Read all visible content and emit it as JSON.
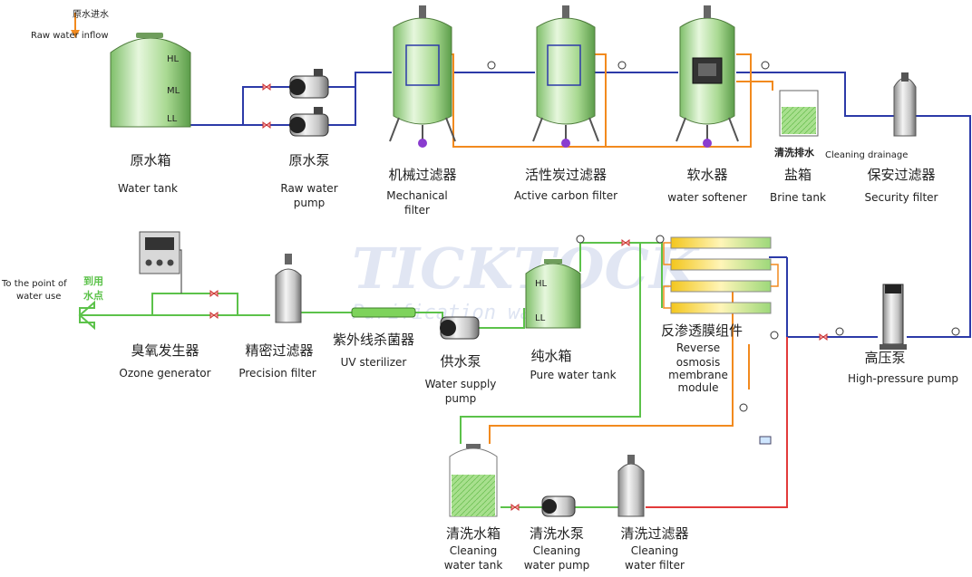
{
  "colors": {
    "raw_pipe": "#2c3aa8",
    "product_pipe": "#5cc24a",
    "cleaning_pipe": "#f28a1e",
    "return_pipe": "#e23a3a",
    "tank_green": "#b8e6a4"
  },
  "inflow": {
    "cn": "原水进水",
    "en": "Raw water inflow"
  },
  "outflow": {
    "en_line1": "To the point of",
    "en_line2": "water use",
    "cn_line1": "到用",
    "cn_line2": "水点"
  },
  "top_row": [
    {
      "id": "water-tank",
      "cn": "原水箱",
      "en": [
        "Water tank"
      ]
    },
    {
      "id": "raw-water-pump",
      "cn": "原水泵",
      "en": [
        "Raw water",
        "pump"
      ]
    },
    {
      "id": "mechanical-filter",
      "cn": "机械过滤器",
      "en": [
        "Mechanical",
        "filter"
      ]
    },
    {
      "id": "active-carbon-filter",
      "cn": "活性炭过滤器",
      "en": [
        "Active carbon filter"
      ]
    },
    {
      "id": "water-softener",
      "cn": "软水器",
      "en": [
        "water softener"
      ]
    },
    {
      "id": "brine-tank",
      "cn": "盐箱",
      "en": [
        "Brine tank"
      ]
    },
    {
      "id": "security-filter",
      "cn": "保安过滤器",
      "en": [
        "Security filter"
      ]
    }
  ],
  "level_marks": [
    "HL",
    "ML",
    "LL"
  ],
  "drainage": {
    "cn": "清洗排水",
    "en": "Cleaning drainage"
  },
  "middle_row": [
    {
      "id": "ozone-generator",
      "cn": "臭氧发生器",
      "en": [
        "Ozone generator"
      ]
    },
    {
      "id": "precision-filter",
      "cn": "精密过滤器",
      "en": [
        "Precision filter"
      ]
    },
    {
      "id": "uv-sterilizer",
      "cn": "紫外线杀菌器",
      "en": [
        "UV sterilizer"
      ]
    },
    {
      "id": "water-supply-pump",
      "cn": "供水泵",
      "en": [
        "Water supply",
        "pump"
      ]
    },
    {
      "id": "pure-water-tank",
      "cn": "纯水箱",
      "en": [
        "Pure water tank"
      ]
    },
    {
      "id": "ro-module",
      "cn": "反渗透膜组件",
      "en": [
        "Reverse",
        "osmosis",
        "membrane",
        "module"
      ]
    },
    {
      "id": "high-pressure-pump",
      "cn": "高压泵",
      "en": [
        "High-pressure pump"
      ]
    }
  ],
  "pure_tank_marks": [
    "HL",
    "LL"
  ],
  "bottom_row": [
    {
      "id": "cleaning-water-tank",
      "cn": "清洗水箱",
      "en": [
        "Cleaning",
        "water tank"
      ]
    },
    {
      "id": "cleaning-water-pump",
      "cn": "清洗水泵",
      "en": [
        "Cleaning",
        "water pump"
      ]
    },
    {
      "id": "cleaning-water-filter",
      "cn": "清洗过滤器",
      "en": [
        "Cleaning",
        "water filter"
      ]
    }
  ],
  "watermark": {
    "line1": "TICKTOCK",
    "line2": "Purification water"
  }
}
